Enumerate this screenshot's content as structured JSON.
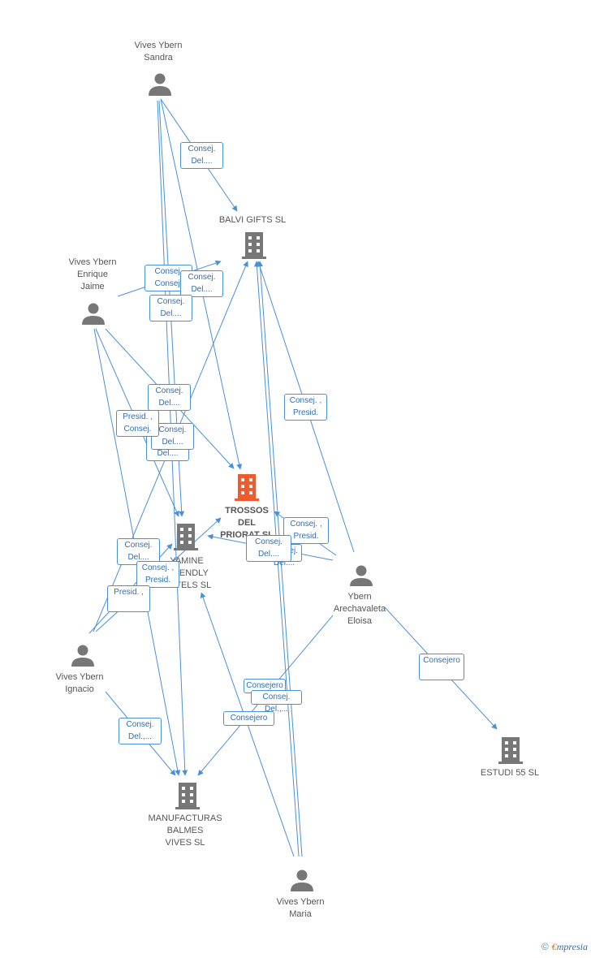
{
  "colors": {
    "edge": "#4a90d9",
    "person": "#777777",
    "company": "#777777",
    "focus": "#ef5a2e"
  },
  "nodes": [
    {
      "id": "sandra",
      "type": "person",
      "label": "Vives Ybern\nSandra",
      "icon": "person-icon"
    },
    {
      "id": "enrique",
      "type": "person",
      "label": "Vives Ybern\nEnrique\nJaime",
      "icon": "person-icon"
    },
    {
      "id": "ignacio",
      "type": "person",
      "label": "Vives Ybern\nIgnacio",
      "icon": "person-icon"
    },
    {
      "id": "eloisa",
      "type": "person",
      "label": "Ybern\nArechavaleta\nEloisa",
      "icon": "person-icon"
    },
    {
      "id": "maria",
      "type": "person",
      "label": "Vives Ybern\nMaria",
      "icon": "person-icon"
    },
    {
      "id": "balvi",
      "type": "company",
      "label": "BALVI GIFTS  SL",
      "icon": "building-icon"
    },
    {
      "id": "trossos",
      "type": "focus",
      "label": "TROSSOS\nDEL\nPRIORAT SL",
      "icon": "building-icon"
    },
    {
      "id": "yamine",
      "type": "company",
      "label": "YAMINE\nFRIENDLY\nHOTELS SL",
      "icon": "building-icon"
    },
    {
      "id": "manuf",
      "type": "company",
      "label": "MANUFACTURAS\nBALMES\nVIVES SL",
      "icon": "building-icon"
    },
    {
      "id": "estudi",
      "type": "company",
      "label": "ESTUDI 55 SL",
      "icon": "building-icon"
    }
  ],
  "relations": [
    {
      "text": "Consej.\nDel...."
    },
    {
      "text": "Consej.\nConsej."
    },
    {
      "text": "Consej.\nDel...."
    },
    {
      "text": "Consej.\nDel...."
    },
    {
      "text": "Consej.\nDel...."
    },
    {
      "text": "Consej.\nDel...."
    },
    {
      "text": "Consej.\nDel...."
    },
    {
      "text": "Presid. ,\nConsej."
    },
    {
      "text": "Consej. ,\nPresid."
    },
    {
      "text": "Consej. ,\nPresid."
    },
    {
      "text": "Consej.\nDel...."
    },
    {
      "text": "Consej.\nDel...."
    },
    {
      "text": "Consej.\nDel...."
    },
    {
      "text": "Consej. ,\nPresid."
    },
    {
      "text": "Presid. ,"
    },
    {
      "text": "Consejero"
    },
    {
      "text": "Consejero"
    },
    {
      "text": "Consej.\nDel.,..."
    }
  ],
  "footer": {
    "copyright": "©",
    "brand_first": "€",
    "brand_rest": "mpresia"
  }
}
